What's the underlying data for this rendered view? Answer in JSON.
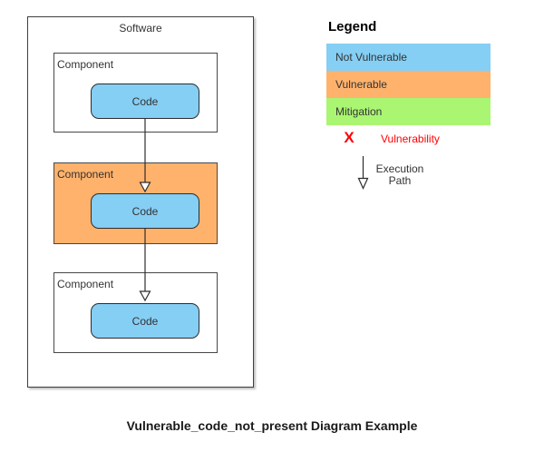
{
  "diagram": {
    "software_label": "Software",
    "components": [
      {
        "label": "Component",
        "code_label": "Code",
        "fill": "#FFFFFF"
      },
      {
        "label": "Component",
        "code_label": "Code",
        "fill": "#FFB26C"
      },
      {
        "label": "Component",
        "code_label": "Code",
        "fill": "#FFFFFF"
      }
    ],
    "code_fill": "#85CEF4"
  },
  "legend": {
    "title": "Legend",
    "rows": [
      {
        "label": "Not Vulnerable",
        "color": "#85CEF4"
      },
      {
        "label": "Vulnerable",
        "color": "#FFB26C"
      },
      {
        "label": "Mitigation",
        "color": "#AAF572"
      }
    ],
    "vulnerability": {
      "symbol": "X",
      "label": "Vulnerability",
      "color": "#FF0000"
    },
    "execution_path": {
      "line1": "Execution",
      "line2": "Path"
    }
  },
  "caption": "Vulnerable_code_not_present Diagram Example"
}
